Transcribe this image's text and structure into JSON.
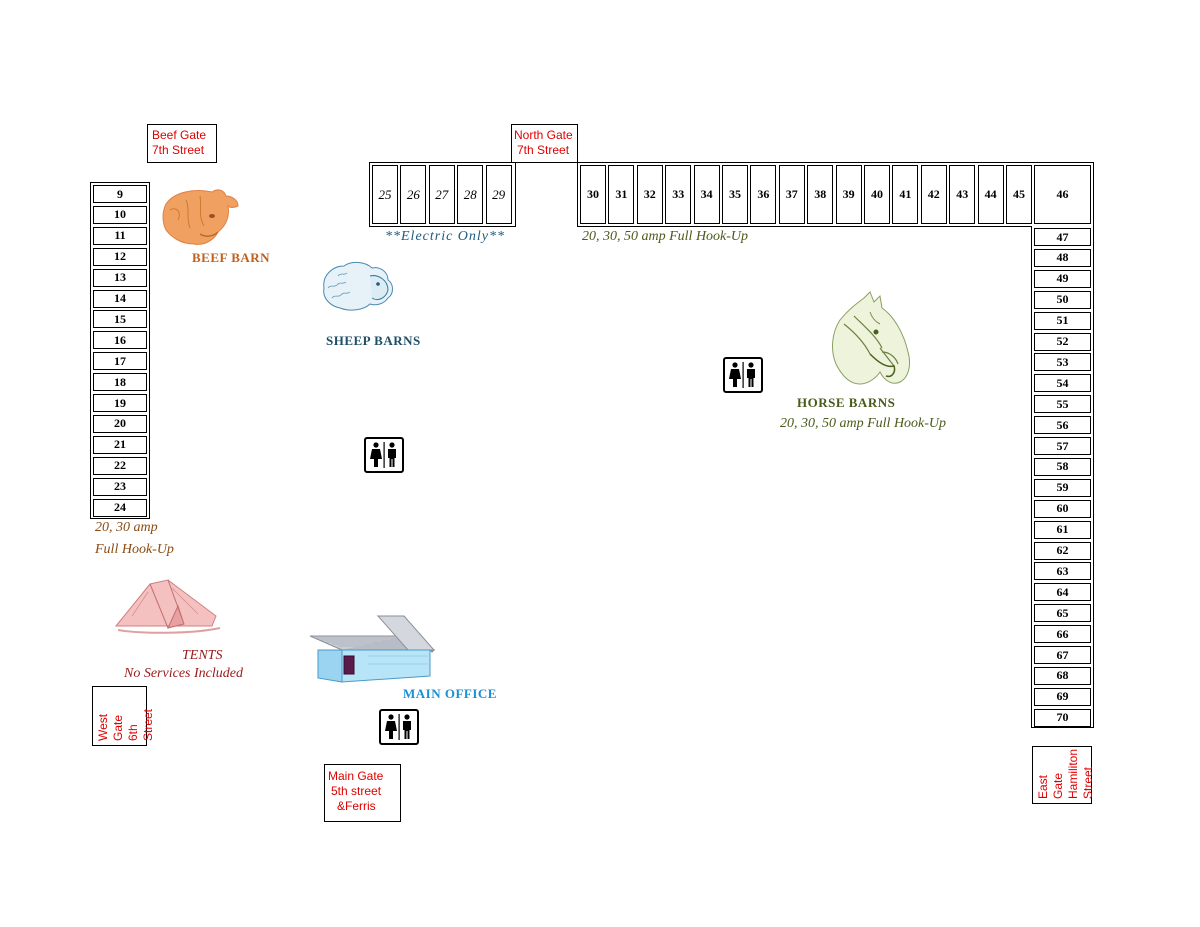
{
  "gates": {
    "beef": [
      "Beef Gate",
      "7th Street"
    ],
    "north": [
      "North Gate",
      "7th Street"
    ],
    "west": [
      "West Gate",
      "6th Street"
    ],
    "main": [
      "Main Gate",
      "5th street",
      "&Ferris"
    ],
    "east": [
      "East Gate",
      "Hamiliton",
      "Street"
    ]
  },
  "sites": {
    "west_column": [
      "9",
      "10",
      "11",
      "12",
      "13",
      "14",
      "15",
      "16",
      "17",
      "18",
      "19",
      "20",
      "21",
      "22",
      "23",
      "24"
    ],
    "electric_row": [
      "25",
      "26",
      "27",
      "28",
      "29"
    ],
    "north_row": [
      "30",
      "31",
      "32",
      "33",
      "34",
      "35",
      "36",
      "37",
      "38",
      "39",
      "40",
      "41",
      "42",
      "43",
      "44",
      "45"
    ],
    "corner": "46",
    "east_column": [
      "47",
      "48",
      "49",
      "50",
      "51",
      "52",
      "53",
      "54",
      "55",
      "56",
      "57",
      "58",
      "59",
      "60",
      "61",
      "62",
      "63",
      "64",
      "65",
      "66",
      "67",
      "68",
      "69",
      "70"
    ]
  },
  "labels": {
    "beef_barn": "BEEF BARN",
    "sheep_barns": "SHEEP BARNS",
    "horse_barns": "HORSE BARNS",
    "main_office": "MAIN OFFICE",
    "electric_only": "**Electric Only**",
    "north_hookup": "20, 30, 50 amp Full Hook-Up",
    "horse_hookup": "20, 30, 50 amp Full Hook-Up",
    "west_hookup_1": "20, 30 amp",
    "west_hookup_2": "Full Hook-Up",
    "tents": "TENTS",
    "tents_note": "No Services Included"
  },
  "colors": {
    "gate_text": "#e00000",
    "beef": "#c0601c",
    "sheep": "#1f4f66",
    "horse": "#4a5a1a",
    "office": "#1a8fd6",
    "electric": "#1f5a80",
    "north_hookup": "#4a5a1a",
    "west_hookup": "#8a4a10",
    "tents": "#9a1a1a"
  },
  "icons": [
    "cow-icon",
    "sheep-icon",
    "horse-icon",
    "tent-icon",
    "office-building-icon",
    "restroom-icon"
  ]
}
